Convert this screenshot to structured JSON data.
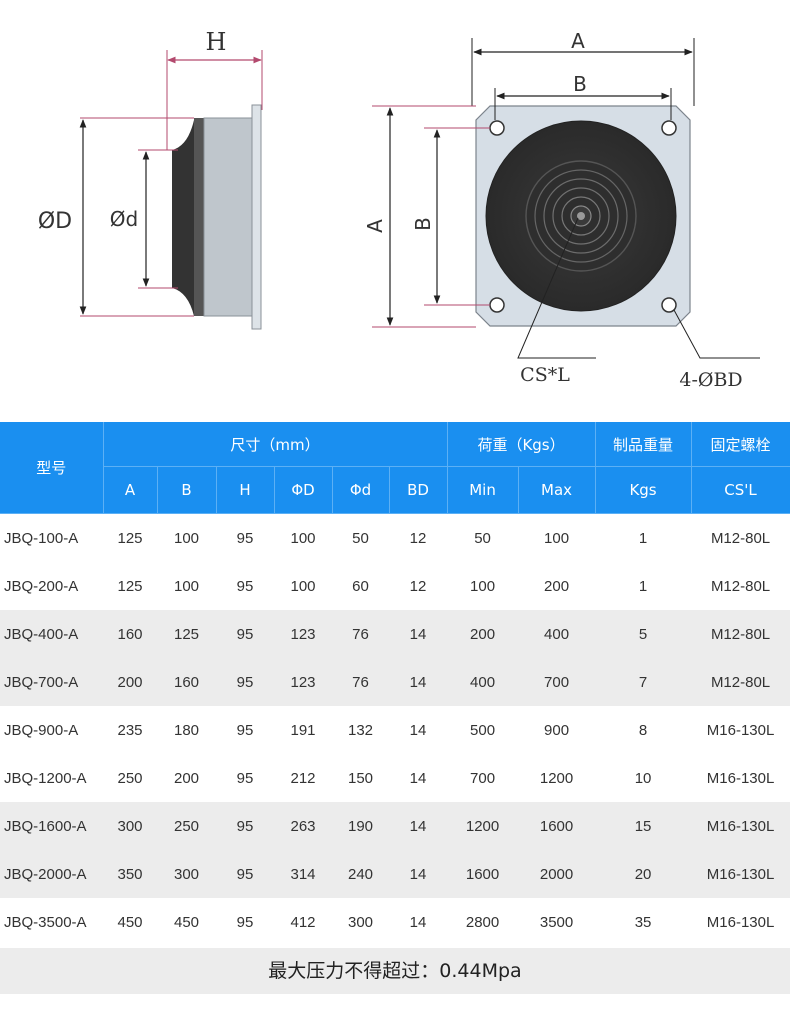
{
  "diagram": {
    "side_labels": {
      "h": "H",
      "d_outer": "ØD",
      "d_inner": "Ød"
    },
    "front_labels": {
      "a_top": "A",
      "b_top": "B",
      "a_side": "A",
      "b_side": "B",
      "cs": "CS*L",
      "bd": "4-ØBD"
    }
  },
  "table": {
    "header": {
      "model": "型号",
      "size": "尺寸（mm）",
      "load": "荷重（Kgs）",
      "weight": "制品重量",
      "bolt": "固定螺栓",
      "sub": [
        "A",
        "B",
        "H",
        "ΦD",
        "Φd",
        "BD",
        "Min",
        "Max",
        "Kgs",
        "CS'L"
      ]
    },
    "rows": [
      [
        "JBQ-100-A",
        "125",
        "100",
        "95",
        "100",
        "50",
        "12",
        "50",
        "100",
        "1",
        "M12-80L"
      ],
      [
        "JBQ-200-A",
        "125",
        "100",
        "95",
        "100",
        "60",
        "12",
        "100",
        "200",
        "1",
        "M12-80L"
      ],
      [
        "JBQ-400-A",
        "160",
        "125",
        "95",
        "123",
        "76",
        "14",
        "200",
        "400",
        "5",
        "M12-80L"
      ],
      [
        "JBQ-700-A",
        "200",
        "160",
        "95",
        "123",
        "76",
        "14",
        "400",
        "700",
        "7",
        "M12-80L"
      ],
      [
        "JBQ-900-A",
        "235",
        "180",
        "95",
        "191",
        "132",
        "14",
        "500",
        "900",
        "8",
        "M16-130L"
      ],
      [
        "JBQ-1200-A",
        "250",
        "200",
        "95",
        "212",
        "150",
        "14",
        "700",
        "1200",
        "10",
        "M16-130L"
      ],
      [
        "JBQ-1600-A",
        "300",
        "250",
        "95",
        "263",
        "190",
        "14",
        "1200",
        "1600",
        "15",
        "M16-130L"
      ],
      [
        "JBQ-2000-A",
        "350",
        "300",
        "95",
        "314",
        "240",
        "14",
        "1600",
        "2000",
        "20",
        "M16-130L"
      ],
      [
        "JBQ-3500-A",
        "450",
        "450",
        "95",
        "412",
        "300",
        "14",
        "2800",
        "3500",
        "35",
        "M16-130L"
      ]
    ]
  },
  "footer": {
    "note": "最大压力不得超过：0.44Mpa"
  },
  "colors": {
    "header_bg": "#1a8ff0",
    "row_shade": "#ececec",
    "dim_line": "#b34a6e"
  }
}
